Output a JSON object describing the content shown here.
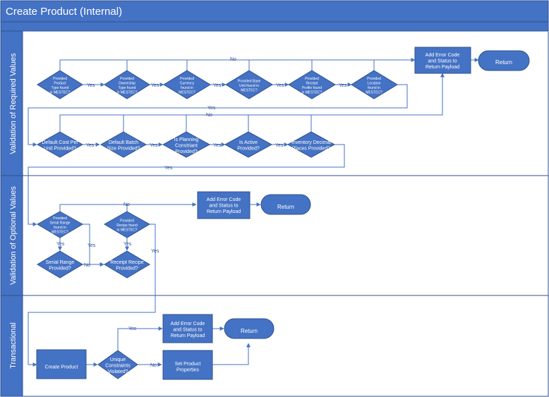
{
  "title": "Create Product (Internal)",
  "colors": {
    "title_bg": "#4472c4",
    "band": "#4472c4",
    "shape_fill": "#4472c4",
    "shape_stroke": "#2f528f",
    "connector": "#4472c4",
    "lane_border": "#2f528f",
    "text_light": "#ffffff",
    "connector_label": "#2f528f"
  },
  "lanes": [
    {
      "label": "Validation of Required Values"
    },
    {
      "label": "Validation of Optional Values"
    },
    {
      "label": "Transactional"
    }
  ],
  "nodes": {
    "d_product_type": "Provided Product Type found in MESTEC?",
    "d_ownership_type": "Provided Ownership Type found in MESTEC?",
    "d_currency": "Provided Currency found in MESTEC?",
    "d_base_unit": "Provided Base Unit found in MESTEC?",
    "d_receipt_profile": "Provided Receipt Profile found in MESTEC?",
    "d_location": "Provided Location found in MESTEC?",
    "p_error_1": "Add Error Code and Status to Return Payload",
    "t_return_1": "Return",
    "d_cost_per_unit": "Default Cost Per Unit Provided?",
    "d_batch_size": "Default Batch Size Provided?",
    "d_planning": "Is Planning Constriant Provided?",
    "d_active": "Is Active Provided?",
    "d_inventory": "Inventory Decimal Places Provided?",
    "d_serial_range_found": "Provided Serial Range found in MESTEC?",
    "d_recipe_found": "Provided Recipe found in MESTEC?",
    "p_error_2": "Add Error Code and Status to Return Payload",
    "t_return_2": "Return",
    "d_serial_range": "Serial Range Provided?",
    "d_receipt_recipe": "Receipt Recipe Provided?",
    "p_create_product": "Create Product",
    "d_unique": "Unique Constraints Violated?",
    "p_error_3": "Add Error Code and Status to Return Payload",
    "t_return_3": "Return",
    "p_set_properties": "Set Product Properties"
  },
  "edge_labels": {
    "yes": "Yes",
    "no": "No"
  }
}
